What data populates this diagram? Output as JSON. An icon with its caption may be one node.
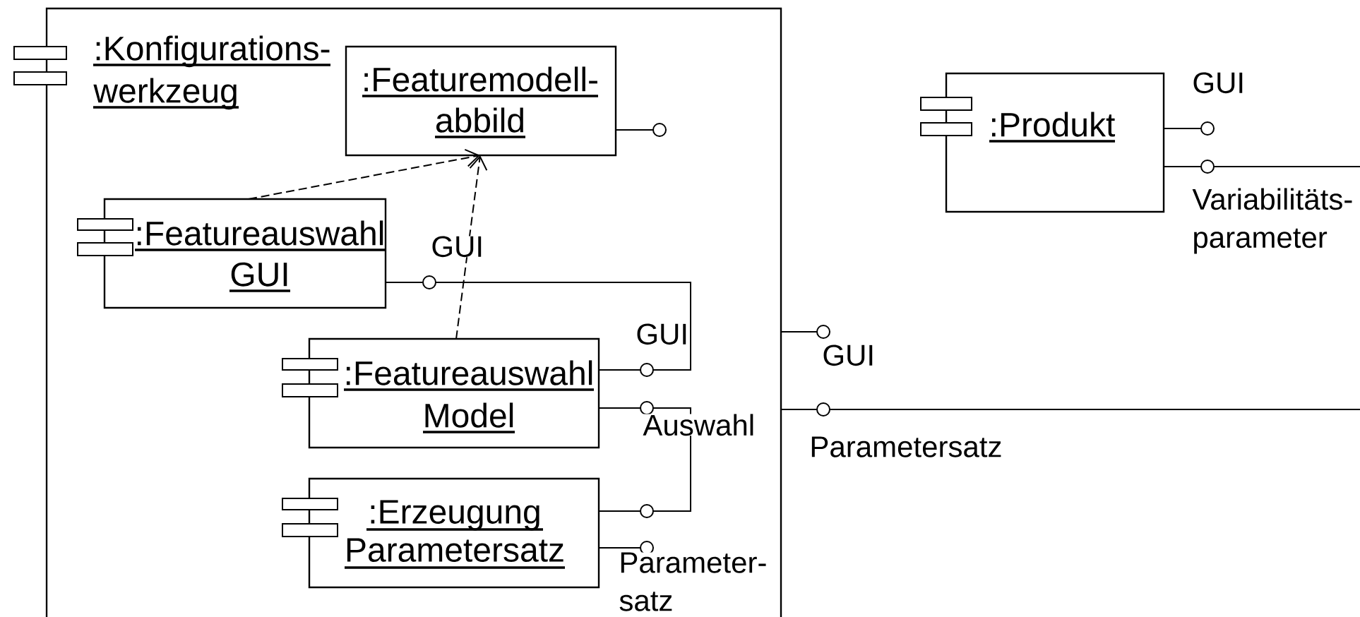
{
  "diagram": {
    "nodes": [
      {
        "text": [
          ":Konfigurations- werkzeug"
        ],
        "beside": [
          "GUI",
          "Parametersatz"
        ]
      },
      {
        "text": [
          ":Featuremodell- abbild"
        ],
        "in": 0
      },
      {
        "text": [
          ":Featureauswahl GUI"
        ],
        "in": 0,
        "beside": [
          "GUI"
        ]
      },
      {
        "text": [
          ":Featureauswahl Model"
        ],
        "in": 0,
        "beside": [
          "GUI",
          "Auswahl"
        ]
      },
      {
        "text": [
          ":Erzeugung Parametersatz"
        ],
        "in": 0,
        "beside": [
          "Parameter- satz"
        ]
      },
      {
        "text": [
          ":Produkt"
        ],
        "beside": [
          "GUI",
          "Variabilitäts- parameter"
        ]
      }
    ],
    "edges": [
      {
        "from": 2,
        "to": 1,
        "arrow": "to",
        "style": "dashed"
      },
      {
        "from": 3,
        "to": 1,
        "arrow": "to",
        "style": "dashed"
      },
      {
        "from": 2,
        "to": 3,
        "arrow": "none"
      },
      {
        "from": 3,
        "to": 4,
        "arrow": "none"
      },
      {
        "from": 5,
        "to": null,
        "arrow": "none"
      },
      {
        "from": 0,
        "to": null,
        "arrow": "none"
      }
    ]
  }
}
